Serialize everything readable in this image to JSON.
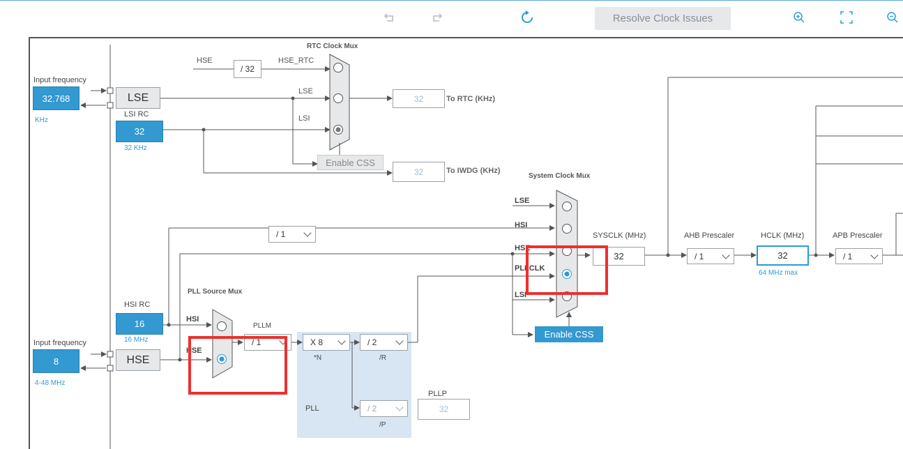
{
  "toolbar": {
    "undo_icon": "undo-icon",
    "redo_icon": "redo-icon",
    "refresh_icon": "refresh-icon",
    "resolve_label": "Resolve Clock Issues",
    "zoom_in_icon": "zoom-in-icon",
    "fit_icon": "fit-screen-icon",
    "zoom_out_icon": "zoom-out-icon"
  },
  "rtc": {
    "title": "RTC Clock Mux",
    "hse": "HSE",
    "div": "/ 32",
    "hse_rtc": "HSE_RTC",
    "lse": "LSE",
    "lsi": "LSI",
    "out_rtc": "32",
    "to_rtc": "To RTC (KHz)",
    "out_iwdg": "32",
    "to_iwdg": "To IWDG (KHz)",
    "enable_css": "Enable CSS"
  },
  "lse_input": {
    "label": "Input frequency",
    "value": "32.768",
    "unit": "KHz",
    "name": "LSE"
  },
  "lsi_rc": {
    "label": "LSI RC",
    "value": "32",
    "unit": "32 KHz"
  },
  "sysmux": {
    "title": "System Clock Mux",
    "lse": "LSE",
    "hsi": "HSI",
    "hse": "HSE",
    "pllclk": "PLLCLK",
    "lsi": "LSI",
    "enable_css": "Enable CSS",
    "hsi_div": "/ 1"
  },
  "sysclk": {
    "label": "SYSCLK (MHz)",
    "value": "32"
  },
  "ahb": {
    "label": "AHB Prescaler",
    "value": "/ 1"
  },
  "hclk": {
    "label": "HCLK (MHz)",
    "value": "32",
    "max": "64 MHz max"
  },
  "apb": {
    "label": "APB Prescaler",
    "value": "/ 1"
  },
  "hsi_rc": {
    "label": "HSI RC",
    "value": "16",
    "unit": "16 MHz"
  },
  "hse_input": {
    "label": "Input frequency",
    "value": "8",
    "range": "4-48 MHz",
    "name": "HSE"
  },
  "pll": {
    "src_title": "PLL Source Mux",
    "hsi": "HSI",
    "hse": "HSE",
    "pllm_label": "PLLM",
    "pllm_value": "/ 1",
    "n_value": "X 8",
    "n_label": "*N",
    "r_value": "/ 2",
    "r_label": "/R",
    "p_value": "/ 2",
    "p_label": "/P",
    "pll_label": "PLL",
    "pllp_label": "PLLP",
    "pllp_value": "32"
  }
}
